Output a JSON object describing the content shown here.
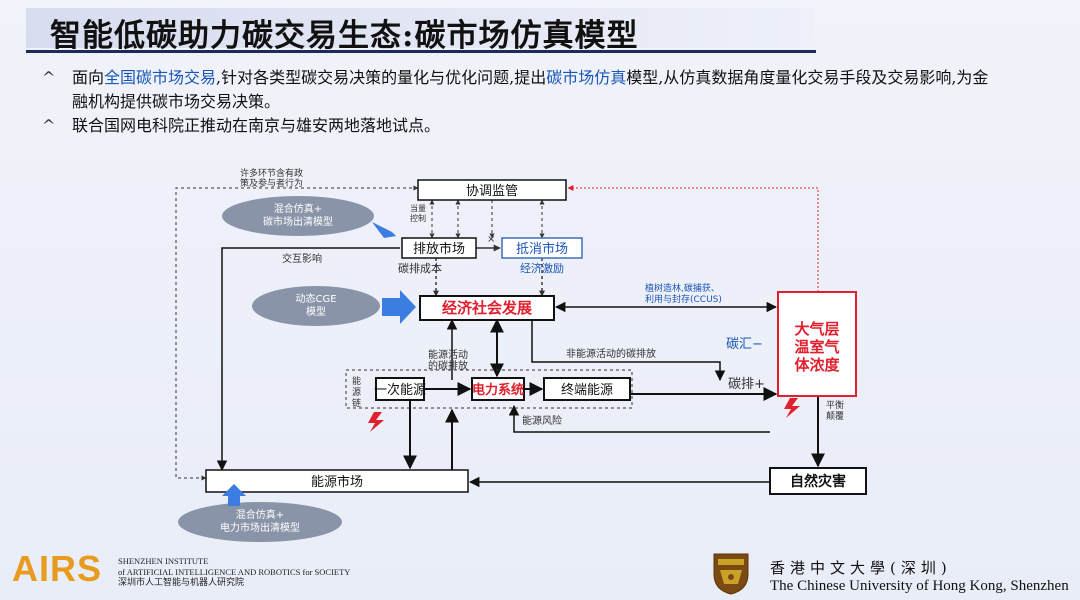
{
  "slide": {
    "title": "智能低碳助力碳交易生态:碳市场仿真模型",
    "bullet_mark": "^",
    "bullets": [
      {
        "pre": "面向",
        "hl1": "全国碳市场交易",
        "mid": ",针对各类型碳交易决策的量化与优化问题,提出",
        "hl2": "碳市场仿真",
        "post": "模型,从仿真数据角度量化交易手段及交易影响,为金融机构提供碳市场交易决策。"
      },
      {
        "text": "联合国网电科院正推动在南京与雄安两地落地试点。"
      }
    ]
  },
  "diagram": {
    "boxes": {
      "coord": "协调监管",
      "emission_market": "排放市场",
      "offset_market": "抵消市场",
      "econ": "经济社会发展",
      "primary": "一次能源",
      "power": "电力系统",
      "terminal": "终端能源",
      "energy_market": "能源市场",
      "atmosphere": [
        "大气层",
        "温室气",
        "体浓度"
      ],
      "disaster": "自然灾害"
    },
    "ellipses": {
      "mix1": [
        "混合仿真+",
        "碳市场出清模型"
      ],
      "cge": [
        "动态CGE",
        "模型"
      ],
      "mix2": [
        "混合仿真+",
        "电力市场出清模型"
      ]
    },
    "labels": {
      "policy": [
        "许多环节含有政",
        "策及参与者行为"
      ],
      "quota": [
        "当量",
        "控制"
      ],
      "interaction": "交互影响",
      "carbon_cost": "碳排成本",
      "econ_incentive": "经济激励",
      "forest": [
        "植树造林,碳捕获、",
        "利用与封存(CCUS)"
      ],
      "sink": "碳汇−",
      "energy_activity": [
        "能源活动",
        "的碳排放"
      ],
      "non_energy": "非能源活动的碳排放",
      "emit": "碳排+",
      "energy_chain": [
        "能",
        "源",
        "链"
      ],
      "energy_risk": "能源风险",
      "balance": [
        "平衡",
        "颠覆"
      ]
    }
  },
  "footer": {
    "logo_airs": "AIRS",
    "inst_line1": "SHENZHEN INSTITUTE",
    "inst_line2": "of ARTIFICIAL INTELLIGENCE AND ROBOTICS for SOCIETY",
    "inst_line3": "深圳市人工智能与机器人研究院",
    "cuhk_zh": "香港中文大學(深圳)",
    "cuhk_en": "The Chinese University of Hong Kong, Shenzhen"
  },
  "colors": {
    "title_rule": "#1d2a5c",
    "highlight": "#1a56b8",
    "alert_red": "#e0202e",
    "ellipse": "#8a94a8",
    "blue_arrow": "#3b7de0"
  }
}
